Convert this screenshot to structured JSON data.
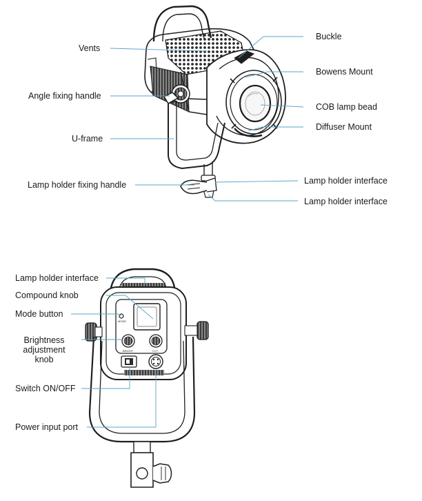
{
  "diagram": {
    "labels": {
      "vents": "Vents",
      "angle_fixing_handle": "Angle fixing handle",
      "u_frame": "U-frame",
      "lamp_holder_fixing_handle": "Lamp holder fixing handle",
      "buckle": "Buckle",
      "bowens_mount": "Bowens Mount",
      "cob_lamp_bead": "COB lamp bead",
      "diffuser_mount": "Diffuser Mount",
      "lamp_holder_interface_1": "Lamp holder interface",
      "lamp_holder_interface_2": "Lamp holder interface",
      "rear_lamp_holder_interface": "Lamp holder interface",
      "compound_knob": "Compound knob",
      "mode_button": "Mode button",
      "brightness_line1": "Brightness",
      "brightness_line2": "adjustment",
      "brightness_line3": "knob",
      "switch": "Switch ON/OFF",
      "power_input_port": "Power input port"
    },
    "panel_text": {
      "mode": "MODE",
      "bright": "BRIGHT",
      "cct": "CCT"
    },
    "colors": {
      "leader": "#5aa3c6",
      "outline": "#1e1e1e"
    }
  }
}
